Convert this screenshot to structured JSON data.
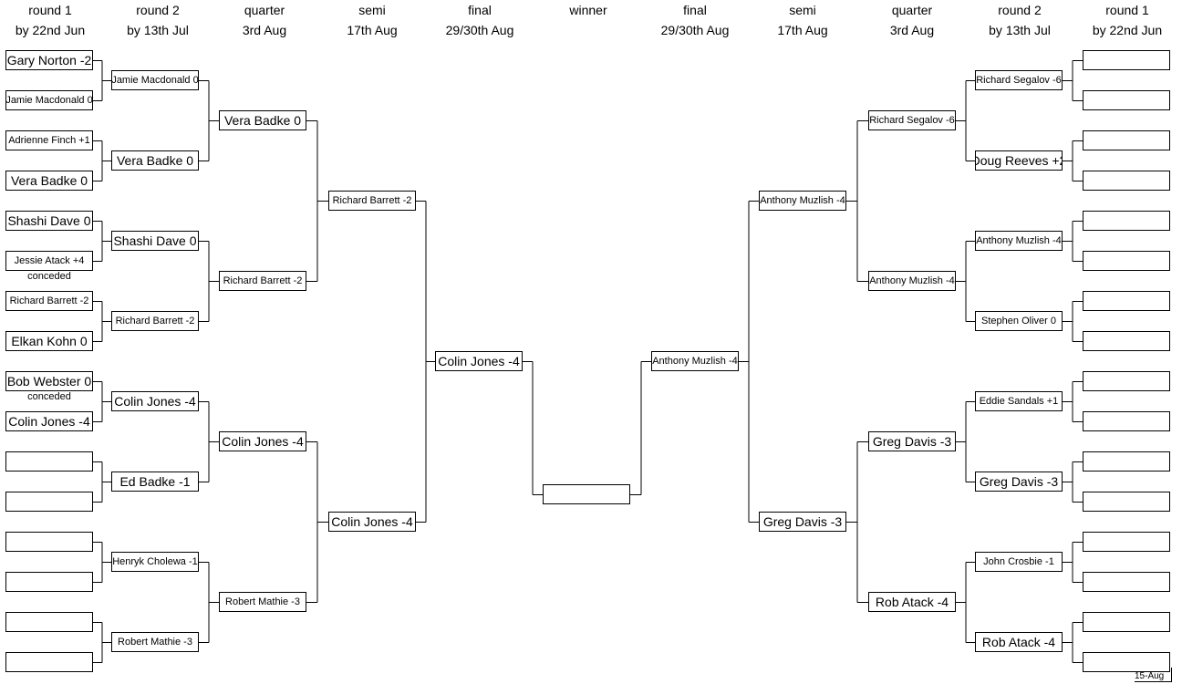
{
  "headers": [
    {
      "id": "l-r1",
      "round": "round 1",
      "date": "by 22nd Jun"
    },
    {
      "id": "l-r2",
      "round": "round 2",
      "date": "by 13th Jul"
    },
    {
      "id": "l-qf",
      "round": "quarter",
      "date": "3rd Aug"
    },
    {
      "id": "l-sf",
      "round": "semi",
      "date": "17th Aug"
    },
    {
      "id": "l-f",
      "round": "final",
      "date": "29/30th Aug"
    },
    {
      "id": "winner",
      "round": "winner",
      "date": ""
    },
    {
      "id": "r-f",
      "round": "final",
      "date": "29/30th Aug"
    },
    {
      "id": "r-sf",
      "round": "semi",
      "date": "17th Aug"
    },
    {
      "id": "r-qf",
      "round": "quarter",
      "date": "3rd Aug"
    },
    {
      "id": "r-r2",
      "round": "round 2",
      "date": "by 13th Jul"
    },
    {
      "id": "r-r1",
      "round": "round 1",
      "date": "by 22nd Jun"
    }
  ],
  "left": {
    "round1": [
      "Gary Norton -2",
      "Jamie Macdonald 0",
      "Adrienne Finch +1",
      "Vera Badke 0",
      "Shashi Dave 0",
      "Jessie Atack +4",
      "Richard Barrett -2",
      "Elkan Kohn 0",
      "Bob Webster 0",
      "Colin Jones -4",
      "",
      "",
      "",
      "",
      "",
      ""
    ],
    "round2": [
      "Jamie Macdonald 0",
      "Vera Badke 0",
      "Shashi Dave 0",
      "Richard Barrett -2",
      "Colin Jones -4",
      "Ed Badke -1",
      "Henryk Cholewa -1",
      "Robert Mathie -3"
    ],
    "quarter": [
      "Vera Badke 0",
      "Richard Barrett -2",
      "Colin Jones -4",
      "Robert Mathie -3"
    ],
    "semi": [
      "Richard Barrett -2",
      "Colin Jones -4"
    ],
    "final": [
      "Colin Jones -4"
    ]
  },
  "right": {
    "round1": [
      "",
      "",
      "",
      "",
      "",
      "",
      "",
      "",
      "",
      "",
      "",
      "",
      "",
      "",
      "",
      ""
    ],
    "round2": [
      "Richard Segalov -6",
      "Doug Reeves +2",
      "Anthony Muzlish -4",
      "Stephen Oliver 0",
      "Eddie Sandals +1",
      "Greg Davis -3",
      "John Crosbie -1",
      "Rob Atack -4"
    ],
    "quarter": [
      "Richard Segalov -6",
      "Anthony Muzlish -4",
      "Greg Davis -3",
      "Rob Atack -4"
    ],
    "semi": [
      "Anthony Muzlish -4",
      "Greg Davis -3"
    ],
    "final": [
      "Anthony Muzlish -4"
    ]
  },
  "winner": "",
  "notes": [
    "conceded",
    "conceded"
  ],
  "stamp": "15-Aug"
}
